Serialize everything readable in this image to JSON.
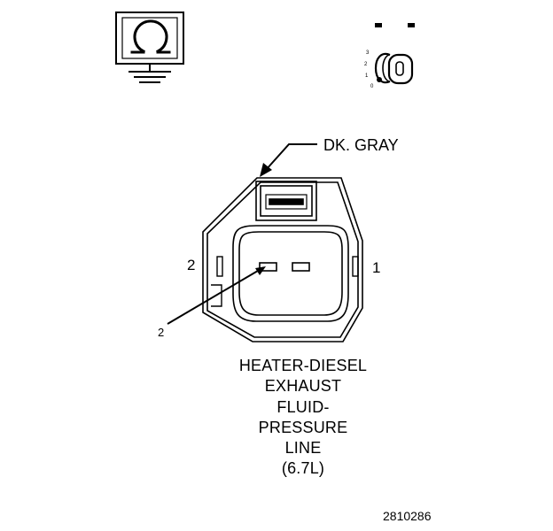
{
  "connector": {
    "color_label": "DK. GRAY",
    "pin_left": "2",
    "pin_right": "1",
    "callout_number": "2"
  },
  "ignition_switch": {
    "positions": [
      "3",
      "2",
      "1",
      "0"
    ]
  },
  "caption": {
    "lines": [
      "HEATER-DIESEL",
      "EXHAUST",
      "FLUID-",
      "PRESSURE",
      "LINE",
      "(6.7L)"
    ]
  },
  "figure_number": "2810286",
  "icons": {
    "meter": "ohmmeter-icon",
    "switch": "ignition-switch-icon"
  },
  "colors": {
    "ink": "#000000",
    "background": "#ffffff"
  }
}
